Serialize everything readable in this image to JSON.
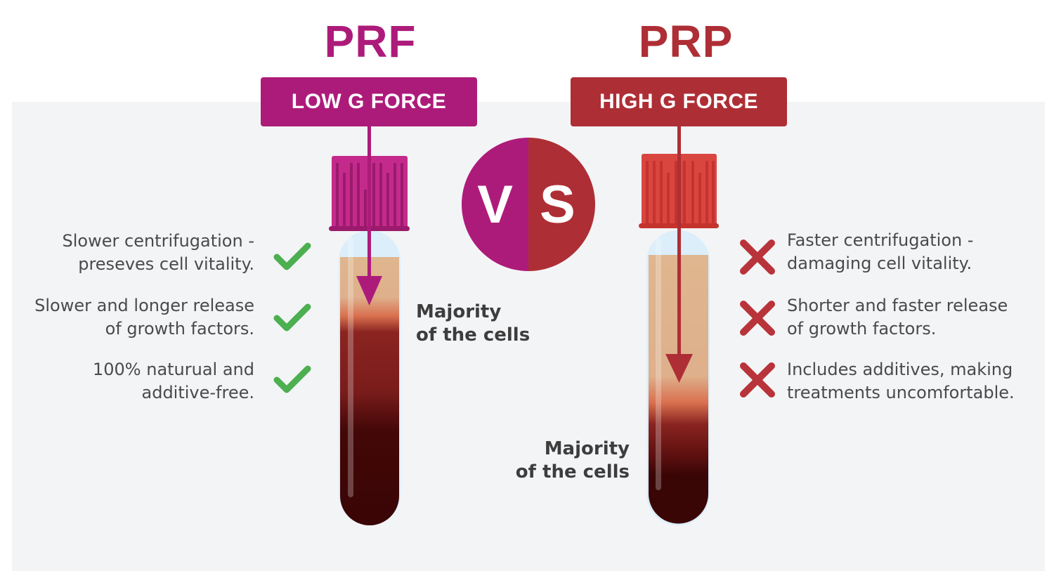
{
  "colors": {
    "prf": "#ad1b7a",
    "prp": "#ae2e35",
    "check": "#4caf50",
    "cross": "#b8333a",
    "panel": "#f3f4f6",
    "text": "#4a4a4a"
  },
  "left": {
    "title": "PRF",
    "badge": "LOW G FORCE",
    "majority_label_line1": "Majority",
    "majority_label_line2": "of the cells",
    "features": [
      {
        "line1": "Slower centrifugation -",
        "line2": "preseves cell vitality.",
        "icon": "check-icon"
      },
      {
        "line1": "Slower and longer release",
        "line2": "of growth factors.",
        "icon": "check-icon"
      },
      {
        "line1": "100% naturual and",
        "line2": "additive-free.",
        "icon": "check-icon"
      }
    ]
  },
  "right": {
    "title": "PRP",
    "badge": "HIGH G FORCE",
    "majority_label_line1": "Majority",
    "majority_label_line2": "of the cells",
    "features": [
      {
        "line1": "Faster centrifugation -",
        "line2": "damaging cell vitality.",
        "icon": "cross-icon"
      },
      {
        "line1": "Shorter and faster release",
        "line2": "of growth factors.",
        "icon": "cross-icon"
      },
      {
        "line1": "Includes additives, making",
        "line2": "treatments uncomfortable.",
        "icon": "cross-icon"
      }
    ]
  },
  "vs": {
    "v": "V",
    "s": "S"
  }
}
